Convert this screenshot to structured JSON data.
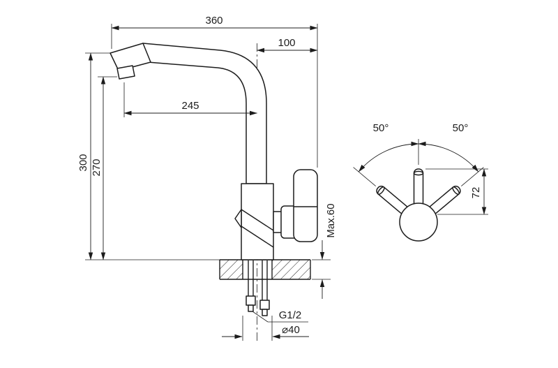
{
  "drawing": {
    "background": "#ffffff",
    "line_color": "#1c1c1c",
    "side_view": {
      "dims": {
        "total_width": "360",
        "handle_offset": "100",
        "spout_reach": "245",
        "total_height": "300",
        "spout_height": "270",
        "max_counter_thickness": "Max.60",
        "thread": "G1/2",
        "hole_diameter": "⌀40"
      }
    },
    "top_view": {
      "dims": {
        "swivel_left": "50°",
        "swivel_right": "50°",
        "lever_height": "72"
      }
    }
  }
}
